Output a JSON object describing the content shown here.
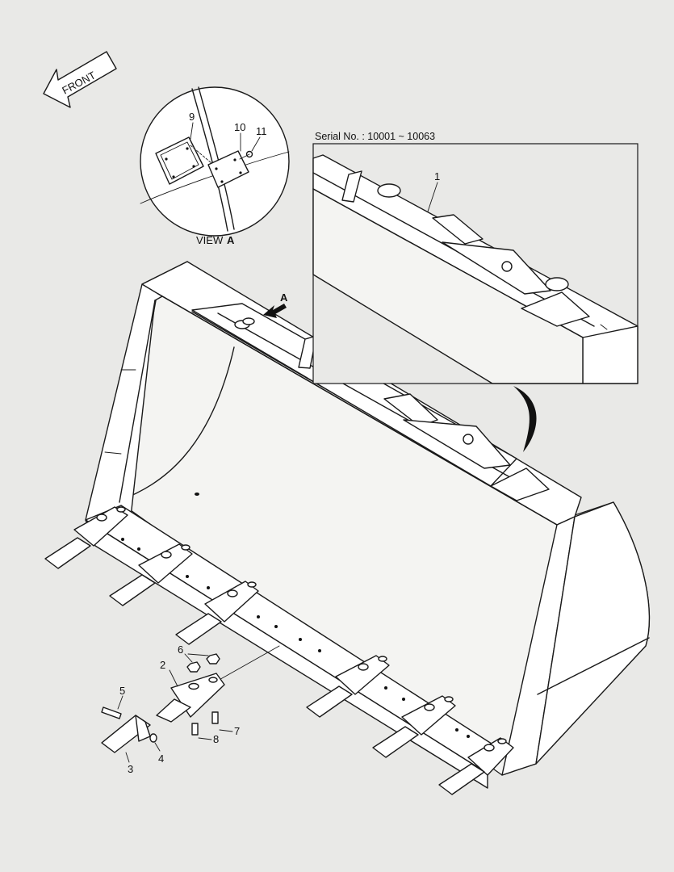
{
  "front_arrow": {
    "label": "FRONT"
  },
  "view_a": {
    "caption_prefix": "VIEW",
    "caption_letter": "A"
  },
  "arrow_a": {
    "letter": "A"
  },
  "serial": {
    "text": "Serial No. : 10001 ~ 10063"
  },
  "callouts": {
    "c1": "1",
    "c1b": "1",
    "c2": "2",
    "c3": "3",
    "c4": "4",
    "c5": "5",
    "c6": "6",
    "c7": "7",
    "c8": "8",
    "c9": "9",
    "c10": "10",
    "c11": "11"
  }
}
